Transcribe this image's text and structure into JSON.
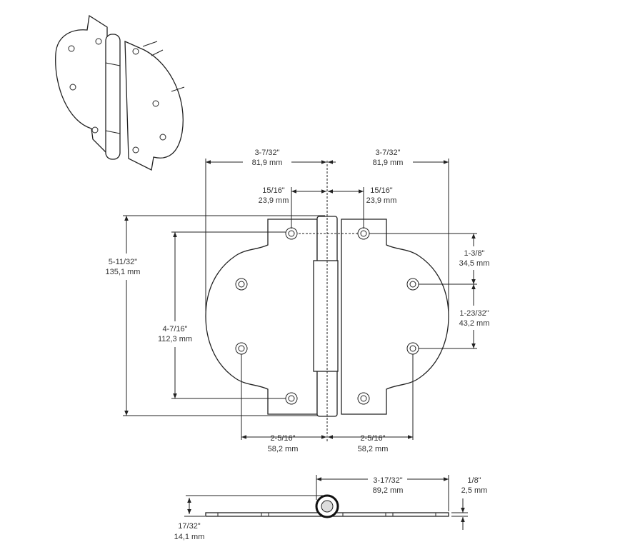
{
  "dimensions": {
    "left_width": {
      "in": "3-7/32\"",
      "mm": "81,9 mm"
    },
    "right_width": {
      "in": "3-7/32\"",
      "mm": "81,9 mm"
    },
    "left_hole_offset": {
      "in": "15/16\"",
      "mm": "23,9 mm"
    },
    "right_hole_offset": {
      "in": "15/16\"",
      "mm": "23,9 mm"
    },
    "overall_height": {
      "in": "5-11/32\"",
      "mm": "135,1 mm"
    },
    "hole_span_height": {
      "in": "4-7/16\"",
      "mm": "112,3 mm"
    },
    "right_upper_spacing": {
      "in": "1-3/8\"",
      "mm": "34,5 mm"
    },
    "right_lower_spacing": {
      "in": "1-23/32\"",
      "mm": "43,2 mm"
    },
    "left_lower_offset": {
      "in": "2-5/16\"",
      "mm": "58,2 mm"
    },
    "right_lower_offset": {
      "in": "2-5/16\"",
      "mm": "58,2 mm"
    },
    "side_width": {
      "in": "3-17/32\"",
      "mm": "89,2 mm"
    },
    "thickness": {
      "in": "1/8\"",
      "mm": "2,5 mm"
    },
    "knuckle_height": {
      "in": "17/32\"",
      "mm": "14,1 mm"
    }
  }
}
